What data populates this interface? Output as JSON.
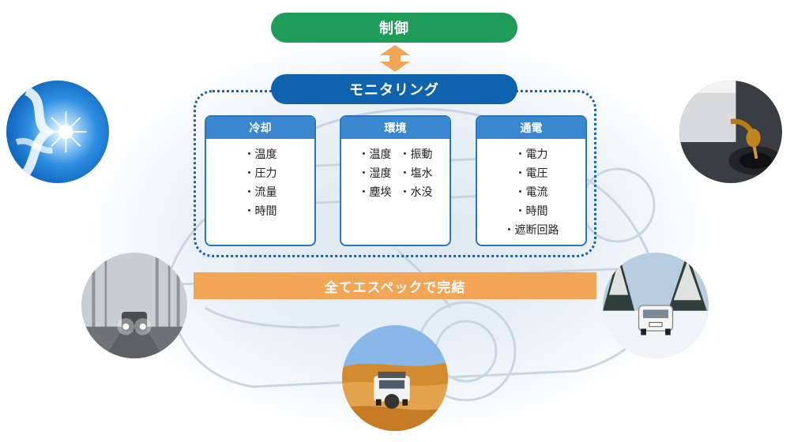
{
  "control": {
    "label": "制御"
  },
  "monitoring": {
    "label": "モニタリング"
  },
  "cards": {
    "cooling": {
      "title": "冷却",
      "items": [
        "・温度",
        "・圧力",
        "・流量",
        "・時間"
      ]
    },
    "environment": {
      "title": "環境",
      "col1": [
        "・温度",
        "・湿度",
        "・塵埃"
      ],
      "col2": [
        "・振動",
        "・塩水",
        "・水没"
      ]
    },
    "electric": {
      "title": "通電",
      "items": [
        "・電力",
        "・電圧",
        "・電流",
        "・時間",
        "・遮断回路"
      ]
    }
  },
  "spec_bar": {
    "label": "全てエスペックで完結"
  },
  "colors": {
    "control_green": "#1e9c58",
    "monitor_blue": "#0f62ad",
    "card_head_blue": "#3a86cf",
    "spec_orange": "#f3a556",
    "arrow_orange": "#f3a556"
  },
  "photos": [
    "sky-sun-photo",
    "oil-pour-photo",
    "fog-forest-car-photo",
    "snow-road-car-photo",
    "desert-4wd-photo"
  ]
}
